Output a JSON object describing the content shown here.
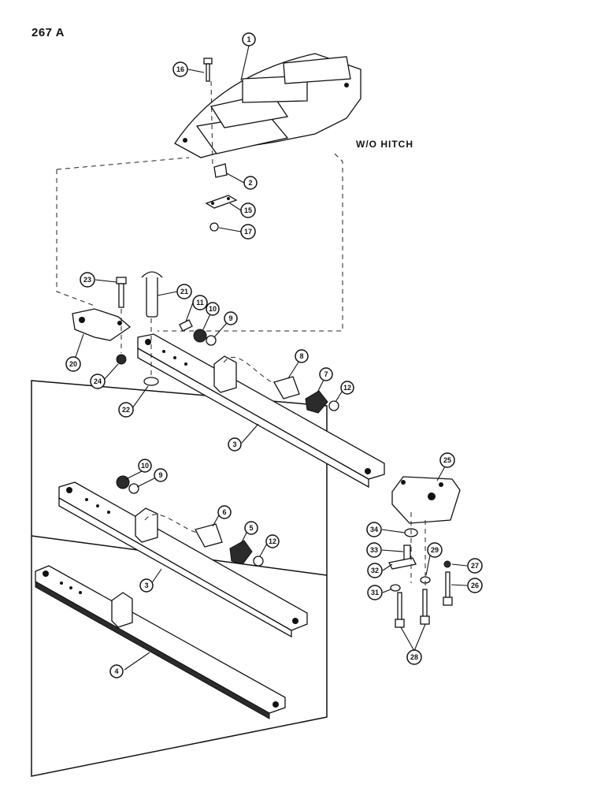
{
  "page_number": "267 A",
  "caption": "W/O HITCH",
  "callouts": {
    "c1": "1",
    "c2": "2",
    "c15": "15",
    "c16": "16",
    "c17": "17",
    "c23": "23",
    "c21": "21",
    "c11": "11",
    "c10a": "10",
    "c9a": "9",
    "c20": "20",
    "c24": "24",
    "c22": "22",
    "c8": "8",
    "c7": "7",
    "c12a": "12",
    "c3a": "3",
    "c25": "25",
    "c10b": "10",
    "c9b": "9",
    "c6": "6",
    "c5": "5",
    "c12b": "12",
    "c3b": "3",
    "c34": "34",
    "c33": "33",
    "c29": "29",
    "c27": "27",
    "c32": "32",
    "c31": "31",
    "c26": "26",
    "c28": "28",
    "c4": "4"
  }
}
